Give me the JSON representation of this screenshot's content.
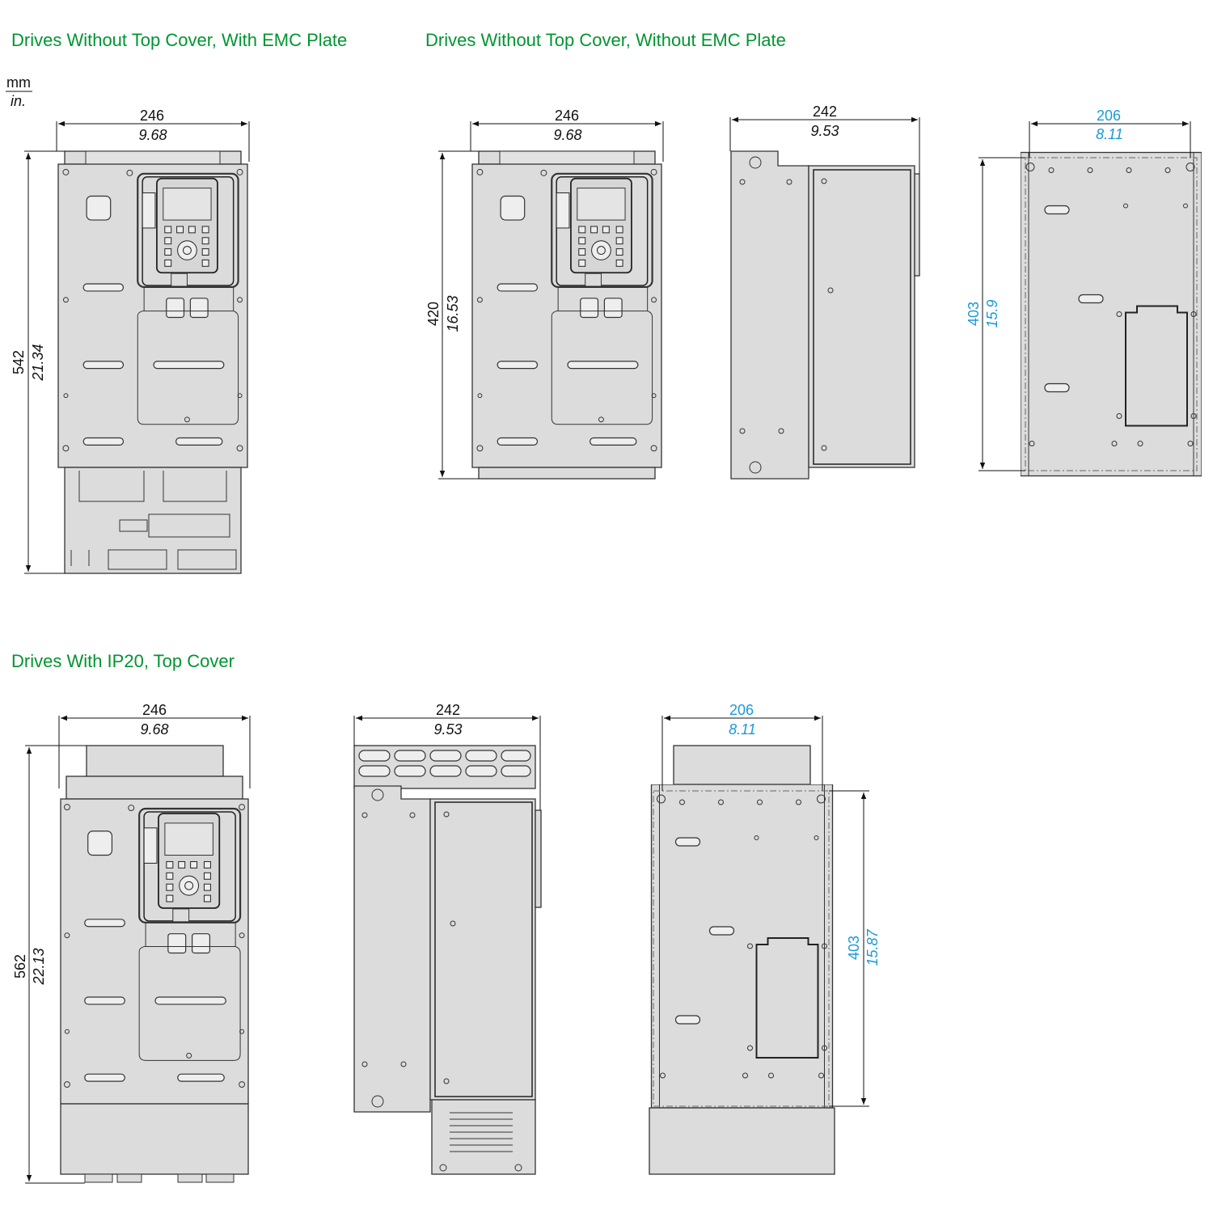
{
  "titles": {
    "with_emc": "Drives Without Top Cover, With EMC Plate",
    "without_emc": "Drives Without Top Cover, Without EMC Plate",
    "ip20": "Drives With IP20, Top Cover"
  },
  "units": {
    "top": "mm",
    "bottom": "in."
  },
  "views": {
    "emc_front": {
      "width_mm": "246",
      "width_in": "9.68",
      "height_mm": "542",
      "height_in": "21.34"
    },
    "noemc_front": {
      "width_mm": "246",
      "width_in": "9.68",
      "height_mm": "420",
      "height_in": "16.53"
    },
    "noemc_side": {
      "width_mm": "242",
      "width_in": "9.53"
    },
    "noemc_back": {
      "width_mm": "206",
      "width_in": "8.11",
      "height_mm": "403",
      "height_in": "15.9"
    },
    "ip20_front": {
      "width_mm": "246",
      "width_in": "9.68",
      "height_mm": "562",
      "height_in": "22.13"
    },
    "ip20_side": {
      "width_mm": "242",
      "width_in": "9.53"
    },
    "ip20_back": {
      "width_mm": "206",
      "width_in": "8.11",
      "height_mm": "403",
      "height_in": "15.87"
    }
  },
  "colors": {
    "title": "#009530",
    "mounting_dims": "#1a9ad6",
    "body": "#dcdcdc"
  }
}
